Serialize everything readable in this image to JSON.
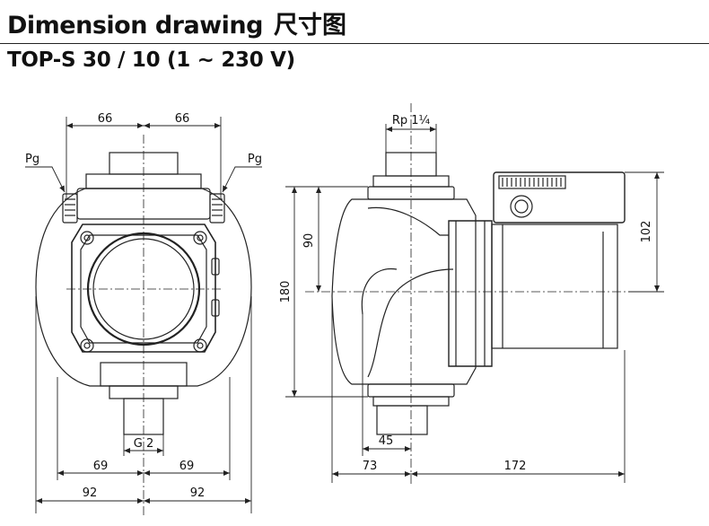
{
  "header": {
    "title": "Dimension drawing",
    "title_cn": "尺寸图",
    "subtitle": "TOP-S 30 / 10 (1 ~ 230 V)"
  },
  "front_view": {
    "top_left_dim": "66",
    "top_right_dim": "66",
    "pg_left": "Pg",
    "pg_right": "Pg",
    "thread_label": "G 2",
    "mid_left_dim": "69",
    "mid_right_dim": "69",
    "bottom_left_dim": "92",
    "bottom_right_dim": "92"
  },
  "side_view": {
    "connection_label": "Rp 1¼",
    "height_total": "180",
    "height_half": "90",
    "motor_height": "102",
    "flange_offset": "45",
    "left_depth": "73",
    "motor_depth": "172"
  },
  "colors": {
    "line": "#222222",
    "background": "#ffffff"
  }
}
